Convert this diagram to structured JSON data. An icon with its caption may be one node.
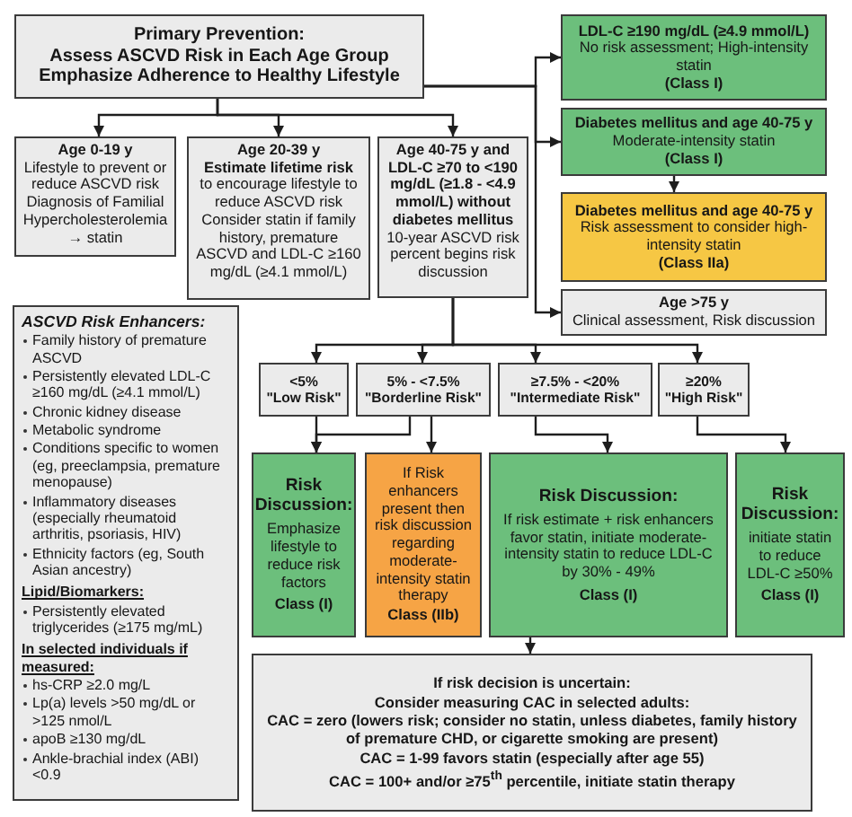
{
  "diagram": {
    "nodes": [
      {
        "text": [
          "Primary Prevention:",
          "Assess ASCVD Risk in Each Age Group",
          "Emphasize Adherence to Healthy Lifestyle"
        ]
      },
      {
        "text": [
          "Age 0-19 y",
          "Lifestyle to prevent or reduce ASCVD risk",
          "Diagnosis of Familial Hypercholesterolemia → statin"
        ]
      },
      {
        "text": [
          "Age 20-39 y",
          "Estimate lifetime risk",
          "to encourage lifestyle to reduce ASCVD risk",
          "Consider statin if family history, premature ASCVD and LDL-C ≥160 mg/dL (≥4.1 mmol/L)"
        ]
      },
      {
        "text": [
          "Age 40-75 y and LDL-C ≥70 to <190 mg/dL (≥1.8 - <4.9 mmol/L) without diabetes mellitus",
          "10-year ASCVD risk percent begins risk discussion"
        ]
      },
      {
        "text": [
          "LDL-C ≥190 mg/dL (≥4.9 mmol/L)",
          "No risk assessment; High-intensity statin",
          "(Class I)"
        ]
      },
      {
        "text": [
          "Diabetes mellitus and age 40-75 y",
          "Moderate-intensity statin",
          "(Class I)"
        ]
      },
      {
        "text": [
          "Diabetes mellitus and age 40-75 y",
          "Risk assessment to consider high-intensity statin",
          "(Class IIa)"
        ]
      },
      {
        "text": [
          "Age >75 y",
          "Clinical assessment, Risk discussion"
        ]
      },
      {
        "text": [
          "ASCVD Risk Enhancers:",
          "Family history of premature ASCVD",
          "Persistently elevated LDL-C ≥160 mg/dL (≥4.1 mmol/L)",
          "Chronic kidney disease",
          "Metabolic syndrome",
          "Conditions specific to women (eg, preeclampsia, premature menopause)",
          "Inflammatory diseases (especially rheumatoid arthritis, psoriasis, HIV)",
          "Ethnicity factors (eg, South Asian ancestry)",
          "Lipid/Biomarkers:",
          "Persistently elevated triglycerides (≥175 mg/mL)",
          "In selected individuals if measured:",
          "hs-CRP ≥2.0 mg/L",
          "Lp(a) levels >50 mg/dL or >125 nmol/L",
          "apoB ≥130 mg/dL",
          "Ankle-brachial index (ABI) <0.9"
        ]
      },
      {
        "text": [
          "<5%",
          "\"Low Risk\""
        ]
      },
      {
        "text": [
          "5% - <7.5%",
          "\"Borderline Risk\""
        ]
      },
      {
        "text": [
          "≥7.5% - <20%",
          "\"Intermediate Risk\""
        ]
      },
      {
        "text": [
          "≥20%",
          "\"High Risk\""
        ]
      },
      {
        "text": [
          "Risk Discussion:",
          "Emphasize lifestyle to reduce risk factors",
          "Class (I)"
        ]
      },
      {
        "text": [
          "If Risk enhancers present then risk discussion regarding moderate-intensity statin therapy",
          "Class (IIb)"
        ]
      },
      {
        "text": [
          "Risk Discussion:",
          "If risk estimate + risk enhancers favor statin, initiate moderate-intensity statin to reduce LDL-C by 30% - 49%",
          "Class (I)"
        ]
      },
      {
        "text": [
          "Risk Discussion:",
          "initiate statin to reduce LDL-C ≥50%",
          "Class (I)"
        ]
      },
      {
        "text": [
          "If risk decision is uncertain:",
          "Consider measuring CAC in selected adults:",
          "CAC = zero (lowers risk; consider no statin, unless diabetes, family history of premature CHD, or cigarette smoking are present)",
          "CAC = 1-99 favors statin (especially after age 55)",
          "CAC = 100+ and/or ≥75$^{th}$ percentile, initiate statin therapy"
        ]
      }
    ],
    "edges": [
      {
        "from": 0,
        "to": 1,
        "arrow": "to"
      },
      {
        "from": 0,
        "to": 2,
        "arrow": "to"
      },
      {
        "from": 0,
        "to": 3,
        "arrow": "to"
      },
      {
        "from": 0,
        "to": 4,
        "arrow": "to"
      },
      {
        "from": 0,
        "to": 5,
        "arrow": "to"
      },
      {
        "from": 0,
        "to": 7,
        "arrow": "to"
      },
      {
        "from": 5,
        "to": 6,
        "arrow": "to"
      },
      {
        "from": 3,
        "to": 9,
        "arrow": "to"
      },
      {
        "from": 3,
        "to": 10,
        "arrow": "to"
      },
      {
        "from": 3,
        "to": 11,
        "arrow": "to"
      },
      {
        "from": 3,
        "to": 12,
        "arrow": "to"
      },
      {
        "from": 9,
        "to": 13,
        "arrow": "to"
      },
      {
        "from": 10,
        "to": 13,
        "arrow": "to"
      },
      {
        "from": 10,
        "to": 14,
        "arrow": "to"
      },
      {
        "from": 11,
        "to": 15,
        "arrow": "to"
      },
      {
        "from": 12,
        "to": 16,
        "arrow": "to"
      },
      {
        "from": 15,
        "to": 17,
        "arrow": "to"
      }
    ]
  }
}
